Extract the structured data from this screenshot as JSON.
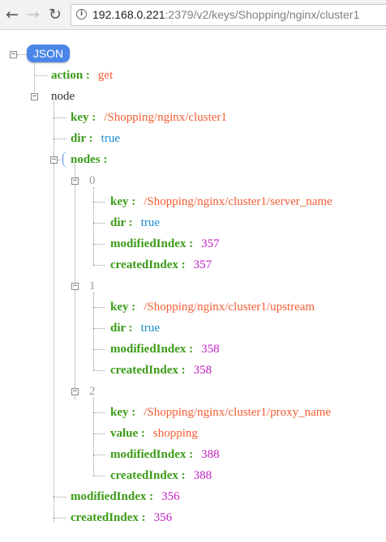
{
  "browser": {
    "url_host": "192.168.0.221",
    "url_path": ":2379/v2/keys/Shopping/nginx/cluster1",
    "back_icon": "arrow-left-icon",
    "forward_icon": "arrow-right-icon",
    "reload_icon": "reload-icon",
    "info_icon": "info-icon"
  },
  "tree": {
    "root_label": "JSON",
    "action_key": "action :",
    "action_value": "get",
    "node_label": "node",
    "node": {
      "key_label": "key :",
      "key_value": "/Shopping/nginx/cluster1",
      "dir_label": "dir :",
      "dir_value": "true",
      "nodes_label": "nodes :",
      "modified_label": "modifiedIndex :",
      "modified_value": "356",
      "created_label": "createdIndex :",
      "created_value": "356",
      "children": [
        {
          "index": "0",
          "key_label": "key :",
          "key_value": "/Shopping/nginx/cluster1/server_name",
          "second_label": "dir :",
          "second_value": "true",
          "modified_label": "modifiedIndex :",
          "modified_value": "357",
          "created_label": "createdIndex :",
          "created_value": "357"
        },
        {
          "index": "1",
          "key_label": "key :",
          "key_value": "/Shopping/nginx/cluster1/upstream",
          "second_label": "dir :",
          "second_value": "true",
          "modified_label": "modifiedIndex :",
          "modified_value": "358",
          "created_label": "createdIndex :",
          "created_value": "358"
        },
        {
          "index": "2",
          "key_label": "key :",
          "key_value": "/Shopping/nginx/cluster1/proxy_name",
          "second_label": "value :",
          "second_value": "shopping",
          "modified_label": "modifiedIndex :",
          "modified_value": "388",
          "created_label": "createdIndex :",
          "created_value": "388"
        }
      ]
    }
  },
  "colors": {
    "key": "#3a9b17",
    "string": "#f25d33",
    "boolean": "#1a8fd1",
    "number": "#c21cc2",
    "root_badge": "#4a86e8"
  }
}
